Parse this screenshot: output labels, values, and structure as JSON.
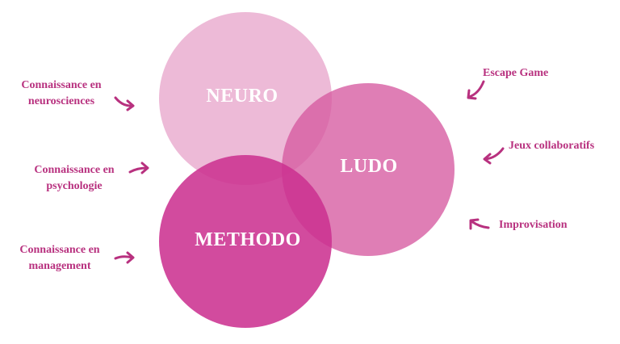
{
  "colors": {
    "neuro": "#ecb5d5",
    "ludo": "#dc71ae",
    "methodo": "#d0449a",
    "accent": "#b8317f",
    "label_text": "#ffffff"
  },
  "circles": {
    "neuro": {
      "label": "NEURO"
    },
    "ludo": {
      "label": "LUDO"
    },
    "methodo": {
      "label": "METHODO"
    }
  },
  "left_labels": {
    "neurosciences": {
      "line1": "Connaissance en",
      "line2": "neurosciences",
      "icon": "curved-arrow-icon"
    },
    "psychologie": {
      "line1": "Connaissance en",
      "line2": "psychologie",
      "icon": "curved-arrow-icon"
    },
    "management": {
      "line1": "Connaissance en",
      "line2": "management",
      "icon": "curved-arrow-icon"
    }
  },
  "right_labels": {
    "escape_game": {
      "text": "Escape Game",
      "icon": "curved-arrow-icon"
    },
    "jeux_collaboratifs": {
      "text": "Jeux collaboratifs",
      "icon": "curved-arrow-icon"
    },
    "improvisation": {
      "text": "Improvisation",
      "icon": "curved-arrow-icon"
    }
  }
}
